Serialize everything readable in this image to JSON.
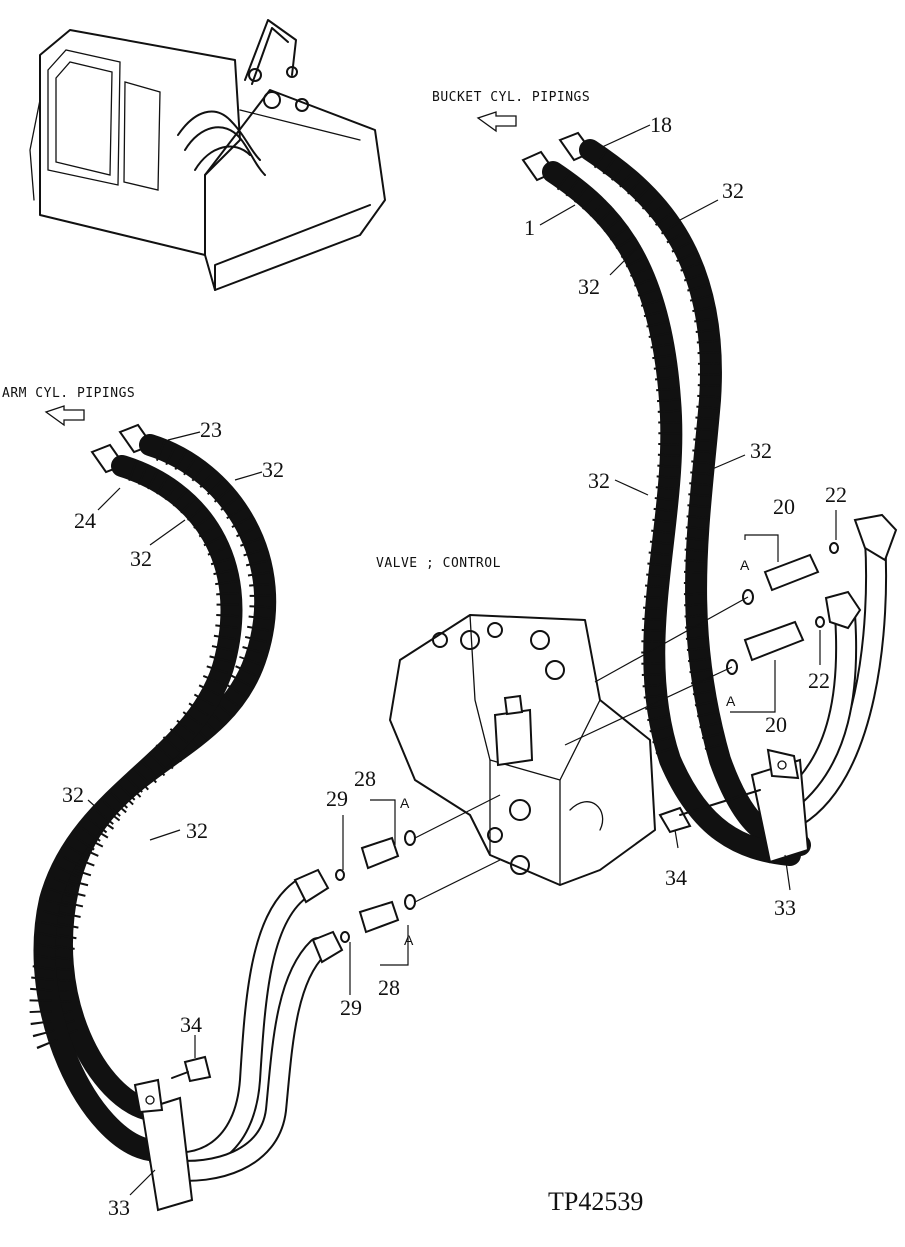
{
  "section_labels": {
    "bucket": "BUCKET CYL. PIPINGS",
    "arm": "ARM CYL. PIPINGS",
    "valve": "VALVE ; CONTROL"
  },
  "callouts": {
    "c18": "18",
    "c1": "1",
    "c32_a": "32",
    "c32_b": "32",
    "c32_c": "32",
    "c32_d": "32",
    "c32_e": "32",
    "c32_f": "32",
    "c32_g": "32",
    "c32_h": "32",
    "c23": "23",
    "c24": "24",
    "c20_a": "20",
    "c20_b": "20",
    "c22_a": "22",
    "c22_b": "22",
    "c28_a": "28",
    "c28_b": "28",
    "c29_a": "29",
    "c29_b": "29",
    "c34_a": "34",
    "c34_b": "34",
    "c33_a": "33",
    "c33_b": "33",
    "a1": "A",
    "a2": "A",
    "a3": "A",
    "a4": "A"
  },
  "figure_id": "TP42539"
}
